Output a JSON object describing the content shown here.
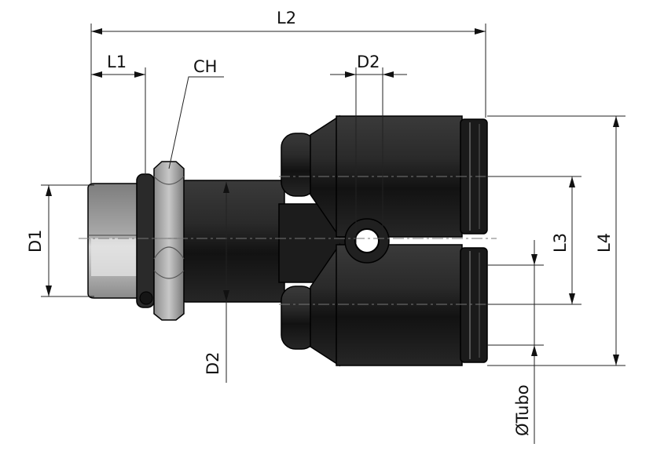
{
  "labels": {
    "l1": "L1",
    "l2": "L2",
    "l3": "L3",
    "l4": "L4",
    "ch": "CH",
    "d1": "D1",
    "d2_top": "D2",
    "d2_bottom": "D2",
    "tube": "ØTubo"
  },
  "colors": {
    "body": "#1e1e1e",
    "body_highlight": "#4a4a4a",
    "metal": "#9a9a9a",
    "metal_light": "#d8d8d8",
    "line": "#222222"
  }
}
